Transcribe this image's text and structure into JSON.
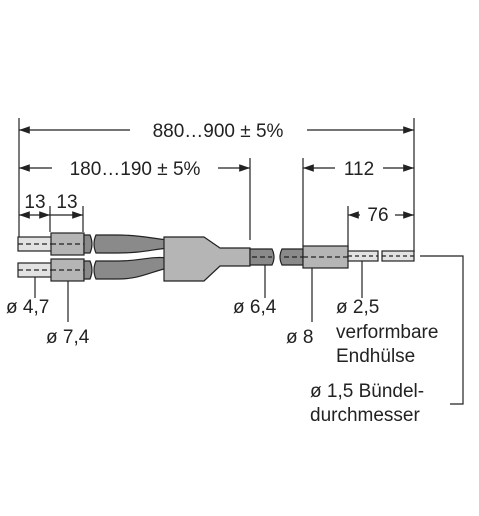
{
  "dimensions": {
    "overall_length": "880…900 ± 5%",
    "split_length": "180…190 ± 5%",
    "tip_section": "112",
    "ferrule_length": "76",
    "head_a": "13",
    "head_b": "13"
  },
  "labels": {
    "d_4_7": "ø 4,7",
    "d_7_4": "ø 7,4",
    "d_6_4": "ø 6,4",
    "d_8": "ø 8",
    "d_2_5": "ø 2,5",
    "ferrule_line1": "verformbare",
    "ferrule_line2": "Endhülse",
    "bundle_line1": "ø 1,5 Bündel-",
    "bundle_line2": "durchmesser"
  },
  "colors": {
    "line": "#222222",
    "cable": "#8a8a8a",
    "body_light": "#b5b5b5",
    "tip_light": "#e2e2e2"
  }
}
